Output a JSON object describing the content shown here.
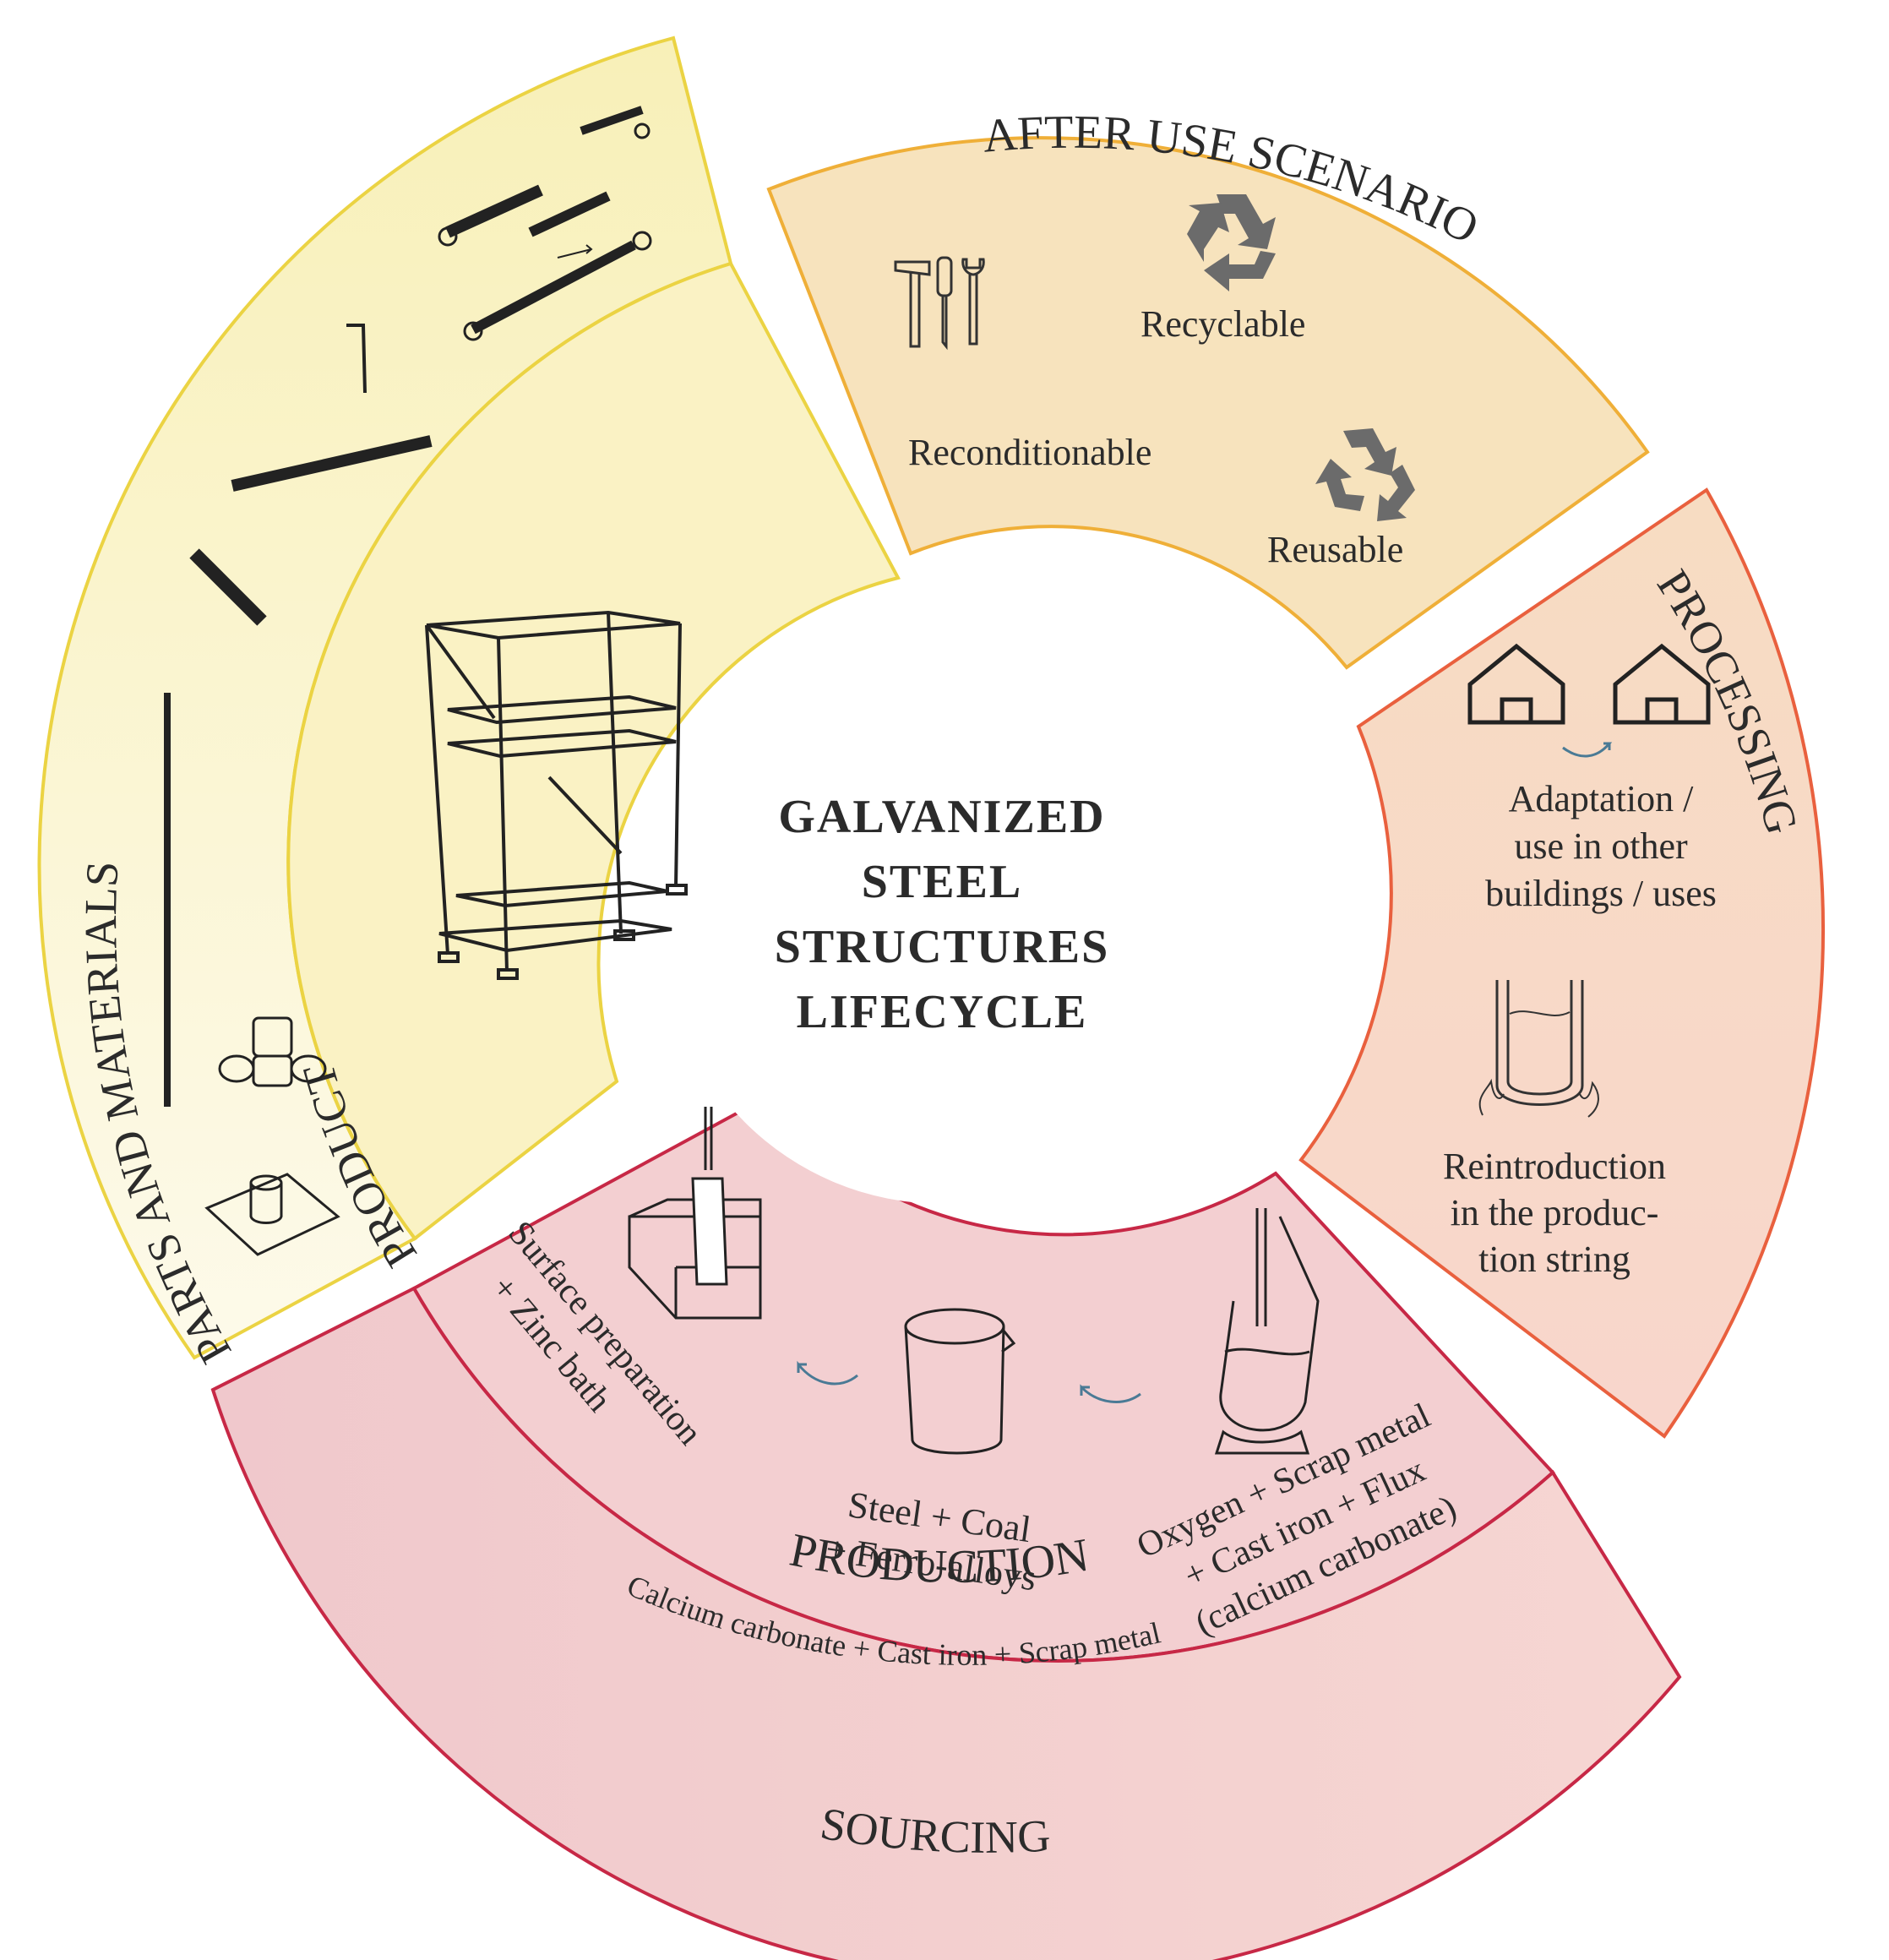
{
  "center": {
    "title_lines": [
      "GALVANIZED",
      "STEEL",
      "STRUCTURES",
      "LIFECYCLE"
    ]
  },
  "sections": {
    "parts_materials": {
      "title": "PARTS AND MATERIALS"
    },
    "product": {
      "title": "PRODUCT"
    },
    "after_use": {
      "title": "AFTER USE SCENARIO",
      "items": {
        "recyclable": "Recyclable",
        "reconditionable": "Reconditionable",
        "reusable": "Reusable"
      }
    },
    "processing": {
      "title": "PROCESSING",
      "adaptation_lines": [
        "Adaptation /",
        "use in other",
        "buildings / uses"
      ],
      "reintroduction_lines": [
        "Reintroduction",
        "in the produc-",
        "tion string"
      ]
    },
    "production": {
      "title": "PRODUCTION",
      "step1_lines": [
        "Surface preparation",
        "+ Zinc bath"
      ],
      "step2_lines": [
        "Steel + Coal",
        "+ Ferro-alloys"
      ],
      "step3_lines": [
        "Oxygen + Scrap metal",
        "+ Cast iron + Flux",
        "(calcium carbonate)"
      ]
    },
    "sourcing": {
      "title": "SOURCING",
      "materials": "Calcium carbonate +  Cast iron + Scrap metal"
    }
  },
  "colors": {
    "yellow_stroke": "#EBD343",
    "yellow_fill": "#FAF3C6",
    "orange_stroke": "#EFAF38",
    "orange_fill": "#F7E5BE",
    "processing_stroke": "#E9603E",
    "processing_fill": "#F8D9C9",
    "red_stroke": "#C72846",
    "red_fill": "#F1CFD0",
    "text": "#2b2b2b"
  }
}
